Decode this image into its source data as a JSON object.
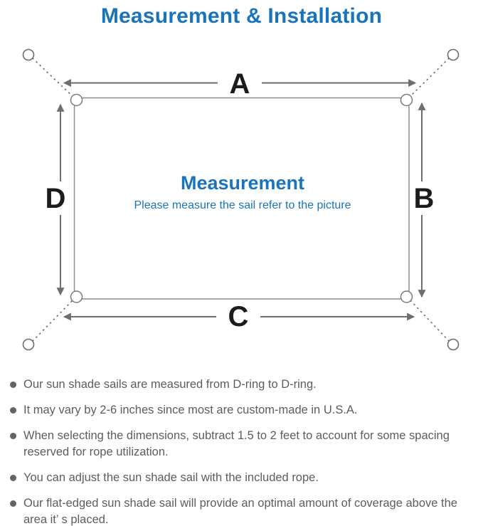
{
  "title": "Measurement & Installation",
  "colors": {
    "accent_blue": "#1a74bb",
    "dimension_gray": "#6e6e6e",
    "outline_gray": "#8e8e8e",
    "label_black": "#1c1c1c",
    "note_gray": "#5d5d5d"
  },
  "diagram": {
    "dim_top": "A",
    "dim_right": "B",
    "dim_bottom": "C",
    "dim_left": "D",
    "center_title": "Measurement",
    "center_subtitle": "Please measure the sail refer to the picture"
  },
  "notes": {
    "items": [
      "Our sun shade sails are measured from D-ring to D-ring.",
      "It may vary by 2-6 inches since most are custom-made in U.S.A.",
      "When selecting the dimensions, subtract 1.5 to 2 feet to account for some spacing reserved for rope utilization.",
      "You can adjust the sun shade sail with the included rope.",
      "Our flat-edged sun shade sail will provide an optimal amount of coverage above the area it’ s placed."
    ]
  }
}
